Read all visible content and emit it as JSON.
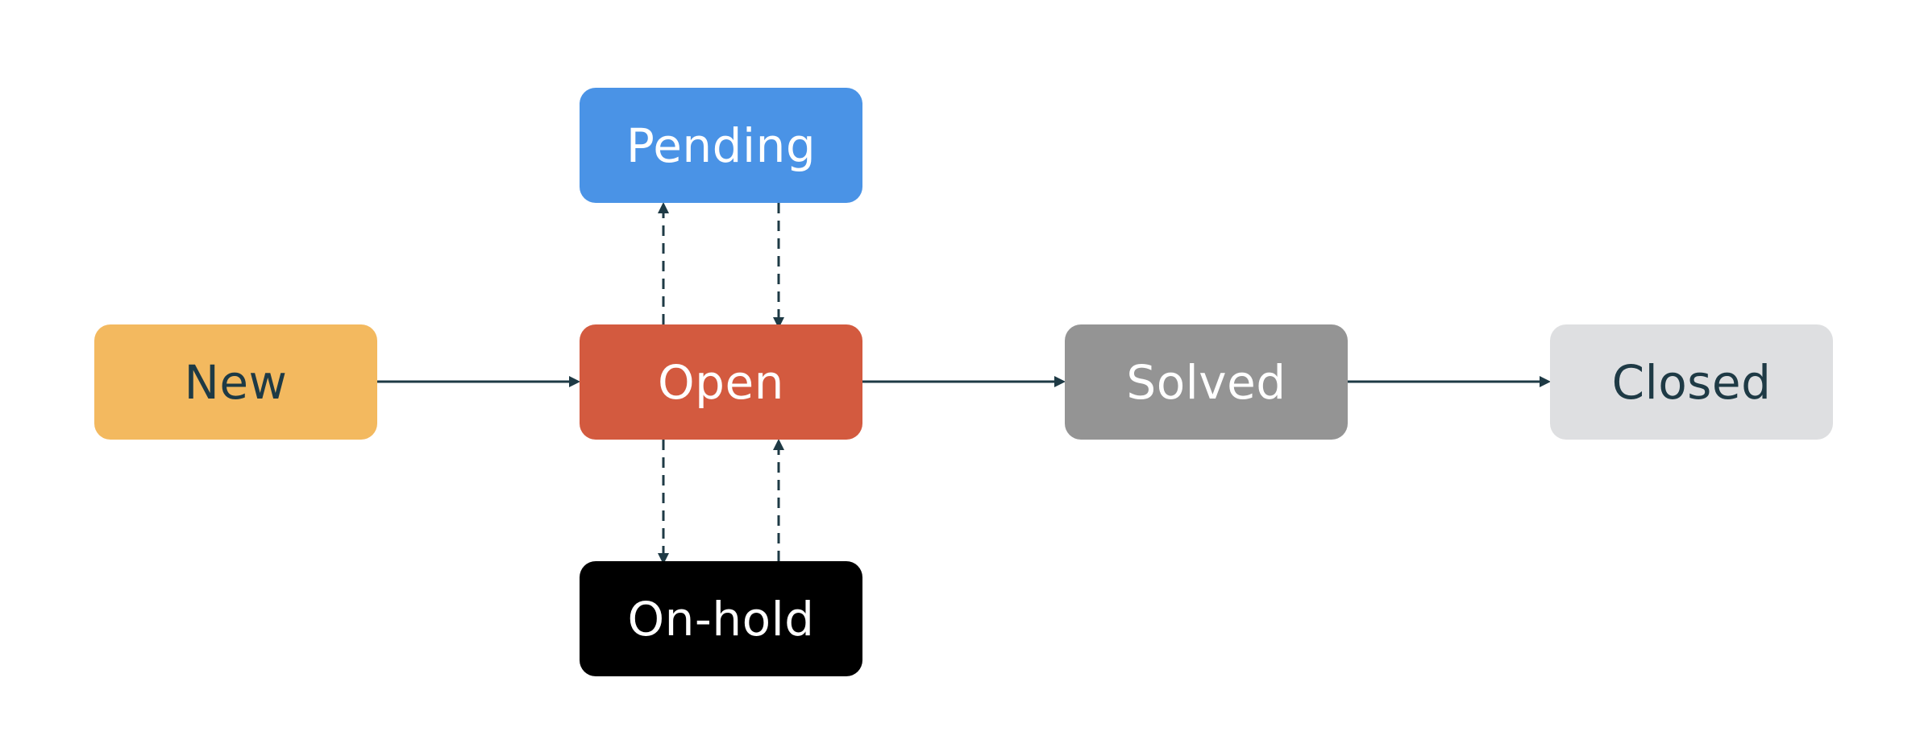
{
  "nodes": {
    "new": {
      "label": "New",
      "fill": "#F3B95F",
      "text_color": "#1E3A45"
    },
    "open": {
      "label": "Open",
      "fill": "#D35A3F",
      "text_color": "#FFFFFF"
    },
    "pending": {
      "label": "Pending",
      "fill": "#4A93E6",
      "text_color": "#FFFFFF"
    },
    "onhold": {
      "label": "On-hold",
      "fill": "#000000",
      "text_color": "#FFFFFF"
    },
    "solved": {
      "label": "Solved",
      "fill": "#949494",
      "text_color": "#FFFFFF"
    },
    "closed": {
      "label": "Closed",
      "fill": "#DEDFE1",
      "text_color": "#1E3A45"
    }
  },
  "edges": [
    {
      "from": "new",
      "to": "open",
      "style": "solid"
    },
    {
      "from": "open",
      "to": "solved",
      "style": "solid"
    },
    {
      "from": "solved",
      "to": "closed",
      "style": "solid"
    },
    {
      "from": "open",
      "to": "pending",
      "style": "dashed"
    },
    {
      "from": "pending",
      "to": "open",
      "style": "dashed"
    },
    {
      "from": "open",
      "to": "onhold",
      "style": "dashed"
    },
    {
      "from": "onhold",
      "to": "open",
      "style": "dashed"
    }
  ],
  "colors": {
    "connector": "#1E3A45",
    "background": "#FFFFFF"
  }
}
